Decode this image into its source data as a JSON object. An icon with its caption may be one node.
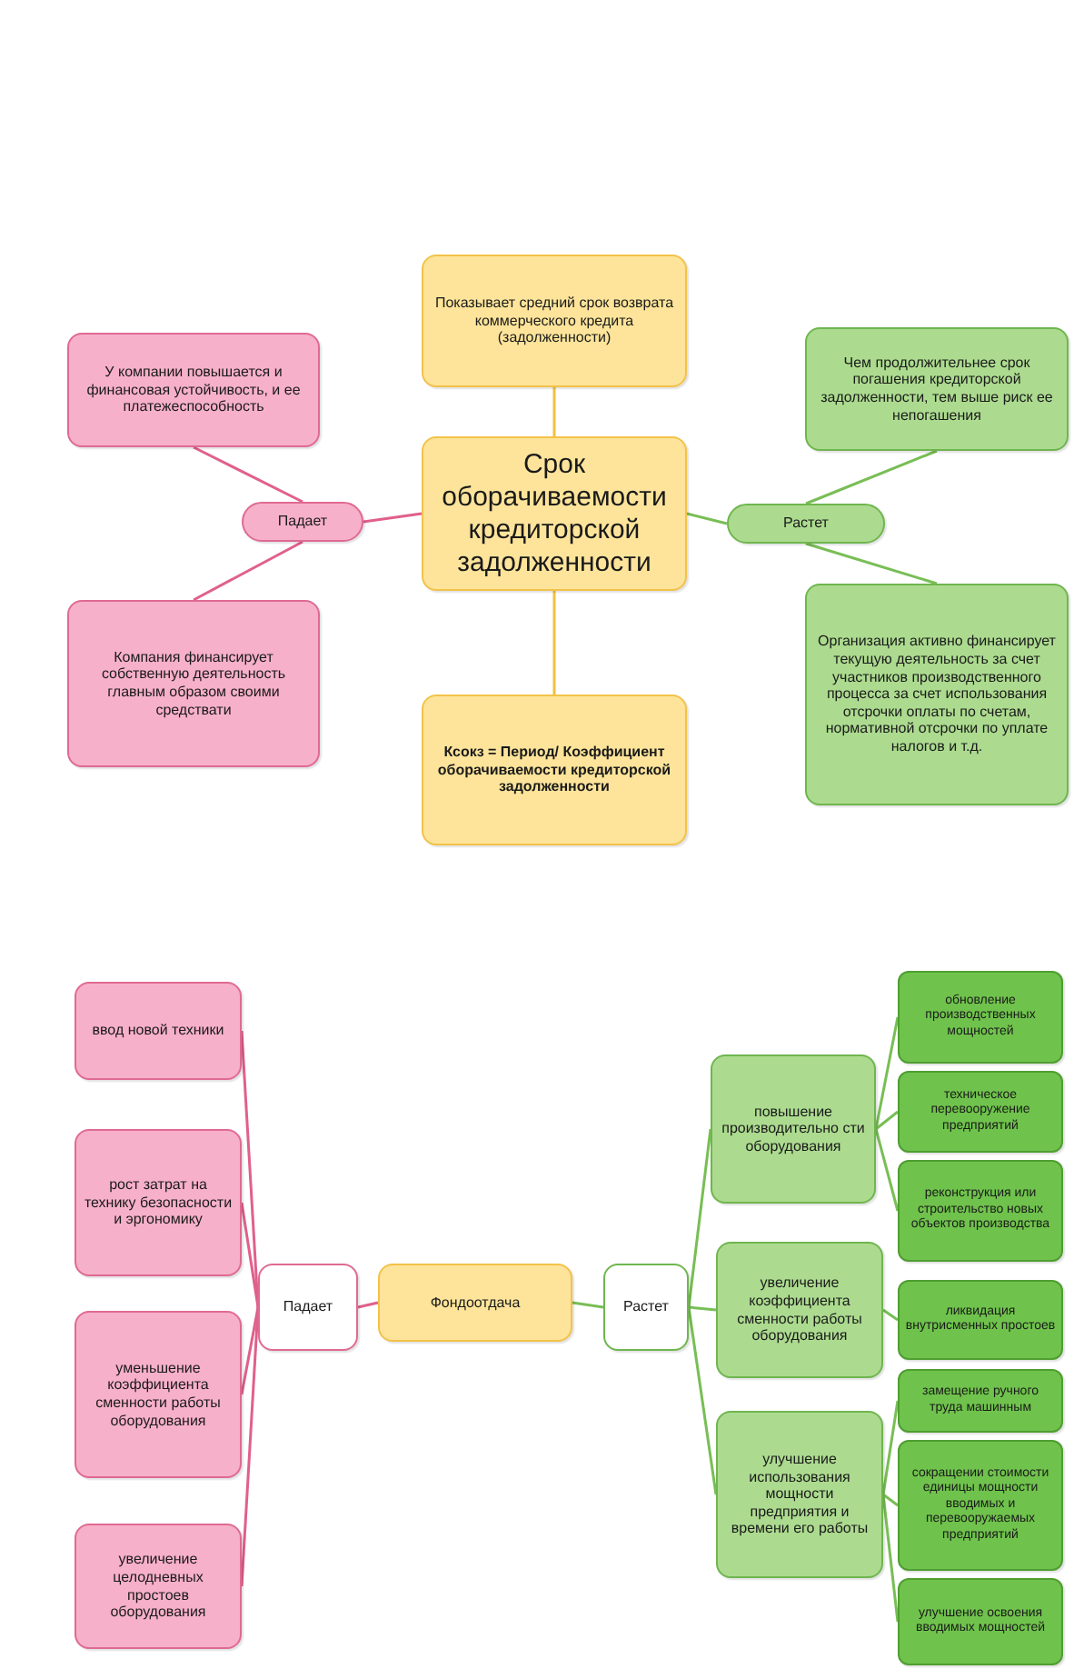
{
  "diagram": {
    "nodes": [
      {
        "text": [
          "Срок оборачиваемости кредиторской задолженности"
        ]
      },
      {
        "text": [
          "Показывает средний срок возврата коммерческого кредита (задолженности)"
        ]
      },
      {
        "text": [
          "Ксокз = Период/ Коэффициент оборачиваемости кредиторской задолженности"
        ]
      },
      {
        "text": [
          "Падает"
        ]
      },
      {
        "text": [
          "У компании повышается и финансовая устойчивость, и ее платежеспособность"
        ]
      },
      {
        "text": [
          "Компания финансирует собственную деятельность главным образом своими средствати"
        ]
      },
      {
        "text": [
          "Растет"
        ]
      },
      {
        "text": [
          "Чем продолжительнее срок погашения кредиторской задолженности, тем выше риск ее непогашения"
        ]
      },
      {
        "text": [
          "Организация активно финансирует текущую деятельность за счет участников производственного процесса за счет использования отсрочки оплаты по счетам, нормативной отсрочки по уплате налогов и т.д."
        ]
      },
      {
        "text": [
          "Фондоотдача"
        ]
      },
      {
        "text": [
          "Падает"
        ]
      },
      {
        "text": [
          "ввод новой техники"
        ]
      },
      {
        "text": [
          "рост затрат на технику безопасности и эргономику"
        ]
      },
      {
        "text": [
          "уменьшение коэффициента сменности работы оборудования"
        ]
      },
      {
        "text": [
          "увеличение целодневных простоев оборудования"
        ]
      },
      {
        "text": [
          "Растет"
        ]
      },
      {
        "text": [
          "повышение производительно сти оборудования"
        ]
      },
      {
        "text": [
          "увеличение коэффициента сменности работы оборудования"
        ]
      },
      {
        "text": [
          "улучшение использования мощности предприятия и времени его работы"
        ]
      },
      {
        "text": [
          "обновление производственных мощностей"
        ]
      },
      {
        "text": [
          "техническое перевооружение предприятий"
        ]
      },
      {
        "text": [
          "реконструкция или строительство новых объектов производства"
        ]
      },
      {
        "text": [
          "ликвидация внутрисменных простоев"
        ]
      },
      {
        "text": [
          "замещение ручного труда машинным"
        ]
      },
      {
        "text": [
          "сокращении стоимости единицы мощности вводимых и перевооружаемых предприятий"
        ]
      },
      {
        "text": [
          "улучшение освоения вводимых мощностей"
        ]
      }
    ],
    "edges": [
      {
        "from": 0,
        "to": 1,
        "arrow": "none",
        "color": "#f0c040"
      },
      {
        "from": 0,
        "to": 2,
        "arrow": "none",
        "color": "#f0c040"
      },
      {
        "from": 0,
        "to": 3,
        "arrow": "none",
        "color": "#e0608c"
      },
      {
        "from": 3,
        "to": 4,
        "arrow": "none",
        "color": "#e0608c"
      },
      {
        "from": 3,
        "to": 5,
        "arrow": "none",
        "color": "#e0608c"
      },
      {
        "from": 0,
        "to": 6,
        "arrow": "none"
      },
      {
        "from": 6,
        "to": 7,
        "arrow": "none"
      },
      {
        "from": 6,
        "to": 8,
        "arrow": "none"
      },
      {
        "from": 9,
        "to": 10,
        "arrow": "none",
        "color": "#e0608c"
      },
      {
        "from": 10,
        "to": 11,
        "arrow": "none",
        "color": "#e0608c"
      },
      {
        "from": 10,
        "to": 12,
        "arrow": "none",
        "color": "#e0608c"
      },
      {
        "from": 10,
        "to": 13,
        "arrow": "none",
        "color": "#e0608c"
      },
      {
        "from": 10,
        "to": 14,
        "arrow": "none",
        "color": "#e0608c"
      },
      {
        "from": 9,
        "to": 15,
        "arrow": "none"
      },
      {
        "from": 15,
        "to": 16,
        "arrow": "none"
      },
      {
        "from": 15,
        "to": 17,
        "arrow": "none"
      },
      {
        "from": 15,
        "to": 18,
        "arrow": "none"
      },
      {
        "from": 16,
        "to": 19,
        "arrow": "none"
      },
      {
        "from": 16,
        "to": 20,
        "arrow": "none"
      },
      {
        "from": 16,
        "to": 21,
        "arrow": "none"
      },
      {
        "from": 17,
        "to": 22,
        "arrow": "none"
      },
      {
        "from": 18,
        "to": 23,
        "arrow": "none"
      },
      {
        "from": 18,
        "to": 24,
        "arrow": "none"
      },
      {
        "from": 18,
        "to": 25,
        "arrow": "none"
      }
    ]
  }
}
